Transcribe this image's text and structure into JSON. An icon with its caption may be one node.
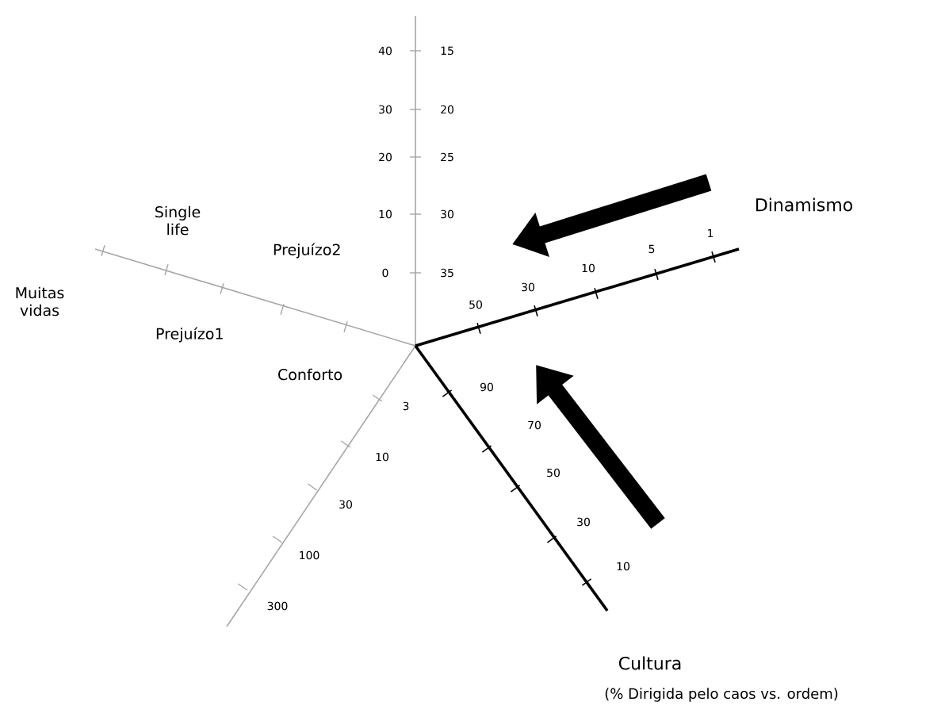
{
  "diagram": {
    "labels": [
      "40",
      "15",
      "30",
      "20",
      "20",
      "25",
      "10",
      "30",
      "0",
      "35",
      "Single life",
      "Dinamismo",
      "Prejuízo2",
      "1",
      "5",
      "10",
      "30",
      "50",
      "Muitas vidas",
      "Prejuízo1",
      "Conforto",
      "90",
      "3",
      "70",
      "50",
      "10",
      "30",
      "30",
      "100",
      "10",
      "300",
      "Cultura",
      "(% Dirigida pelo caos vs. ordem)"
    ]
  }
}
